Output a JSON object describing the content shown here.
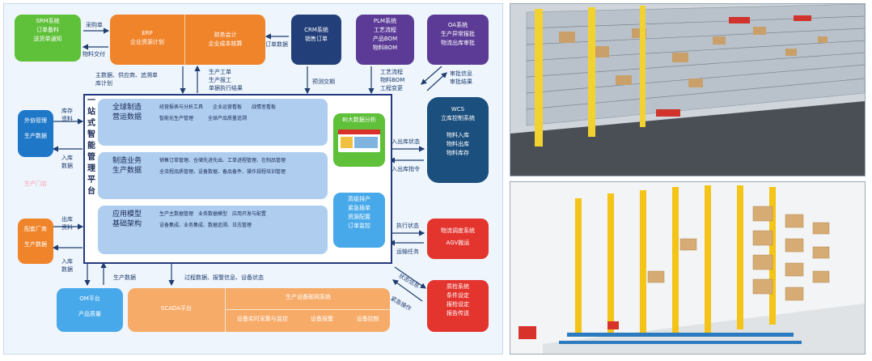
{
  "diagram": {
    "srm": {
      "title": "SRM系统",
      "lines": [
        "订单备料",
        "送货单通知"
      ]
    },
    "erp": {
      "title": "ERP",
      "left": "企业资源计划",
      "right": [
        "财务会计",
        "企业成本核算"
      ]
    },
    "crm": {
      "title": "CRM系统",
      "lines": [
        "销售订单"
      ]
    },
    "plm": {
      "title": "PLM系统",
      "lines": [
        "工艺流程",
        "产品BOM",
        "物料BOM"
      ]
    },
    "oa": {
      "title": "OA系统",
      "lines": [
        "生产异常报批",
        "物流出库审批"
      ]
    },
    "labels": {
      "caigou": "采购单",
      "wuliao_jiaofu": "物料交付",
      "order_data": "订单数据",
      "zhuju": [
        "主数据、供应商、追溯单",
        "库计划"
      ],
      "shengchan": [
        "生产工单",
        "生产报工",
        "单据执行结果"
      ],
      "yuce": "预测交期",
      "gongyi": [
        "工艺流程",
        "物料BOM",
        "工程变更"
      ],
      "shenpi": [
        "审批信息",
        "审批结果"
      ],
      "kucun_left": [
        "库存",
        "资料"
      ],
      "ruku_left": [
        "入库",
        "数据"
      ],
      "chuku_left": [
        "出库",
        "资料"
      ],
      "ruku_left2": [
        "入库",
        "数据"
      ],
      "ruchuku_status": "入出库状态",
      "ruchuku_cmd": "入出库指令",
      "exec_status": "执行状态",
      "transport": "运输任务",
      "shengchan_data": "生产数据",
      "guocheng": "过程数据、报警信息、设备状态",
      "zhuangtai": "状态信息",
      "jinji": "紧急操作"
    },
    "waixie": {
      "title": "外协管理",
      "lines": [
        "生产数据"
      ]
    },
    "waichang_tag": "生产门店",
    "peitao": {
      "title": "配套厂商",
      "lines": [
        "生产数据"
      ]
    },
    "core_title": [
      "一",
      "站",
      "式",
      "智",
      "能",
      "管",
      "理",
      "平",
      "台"
    ],
    "layer1": {
      "name": [
        "全球制造",
        "营运数据"
      ],
      "items": [
        "经营报表与分析工具　　企业运营看板　　战情室看板",
        "智能化生产管理　　　全球产品质量追溯"
      ]
    },
    "layer2": {
      "name": [
        "制造业务",
        "生产数据"
      ],
      "items": [
        "销售订单管理、仓储先进先出、工单进程管理、在制品管理",
        "全流程品质管理、设备数据、备品备件、操作规程培训管理"
      ]
    },
    "layer3": {
      "name": [
        "应用模型",
        "基础架构"
      ],
      "items": [
        "生产主数据管理　业务数据模型　应用开发与配置",
        "设备集成、业务集成、数据追溯、日志管理"
      ]
    },
    "bigdata": {
      "title": "BI大数据分析"
    },
    "gaoji": {
      "title": "高级排产",
      "lines": [
        "紧急插单",
        "资源配置",
        "订单监控"
      ]
    },
    "wcs": {
      "title": "WCS",
      "lines": [
        "立库控制系统",
        "物料入库",
        "物料出库",
        "物料库存"
      ]
    },
    "agv": {
      "title": "物流调度系统",
      "lines": [
        "AGV搬运"
      ]
    },
    "qms": {
      "title": "质检系统",
      "lines": [
        "条件设定",
        "报检设定",
        "报告传送"
      ]
    },
    "om": {
      "title": "OM平台",
      "lines": [
        "产品质量"
      ]
    },
    "scada": {
      "title": "SCADA平台",
      "subtitle": "生产设备联网系统",
      "items": [
        "设备实时采集与监控",
        "设备报警",
        "设备控制"
      ]
    }
  }
}
